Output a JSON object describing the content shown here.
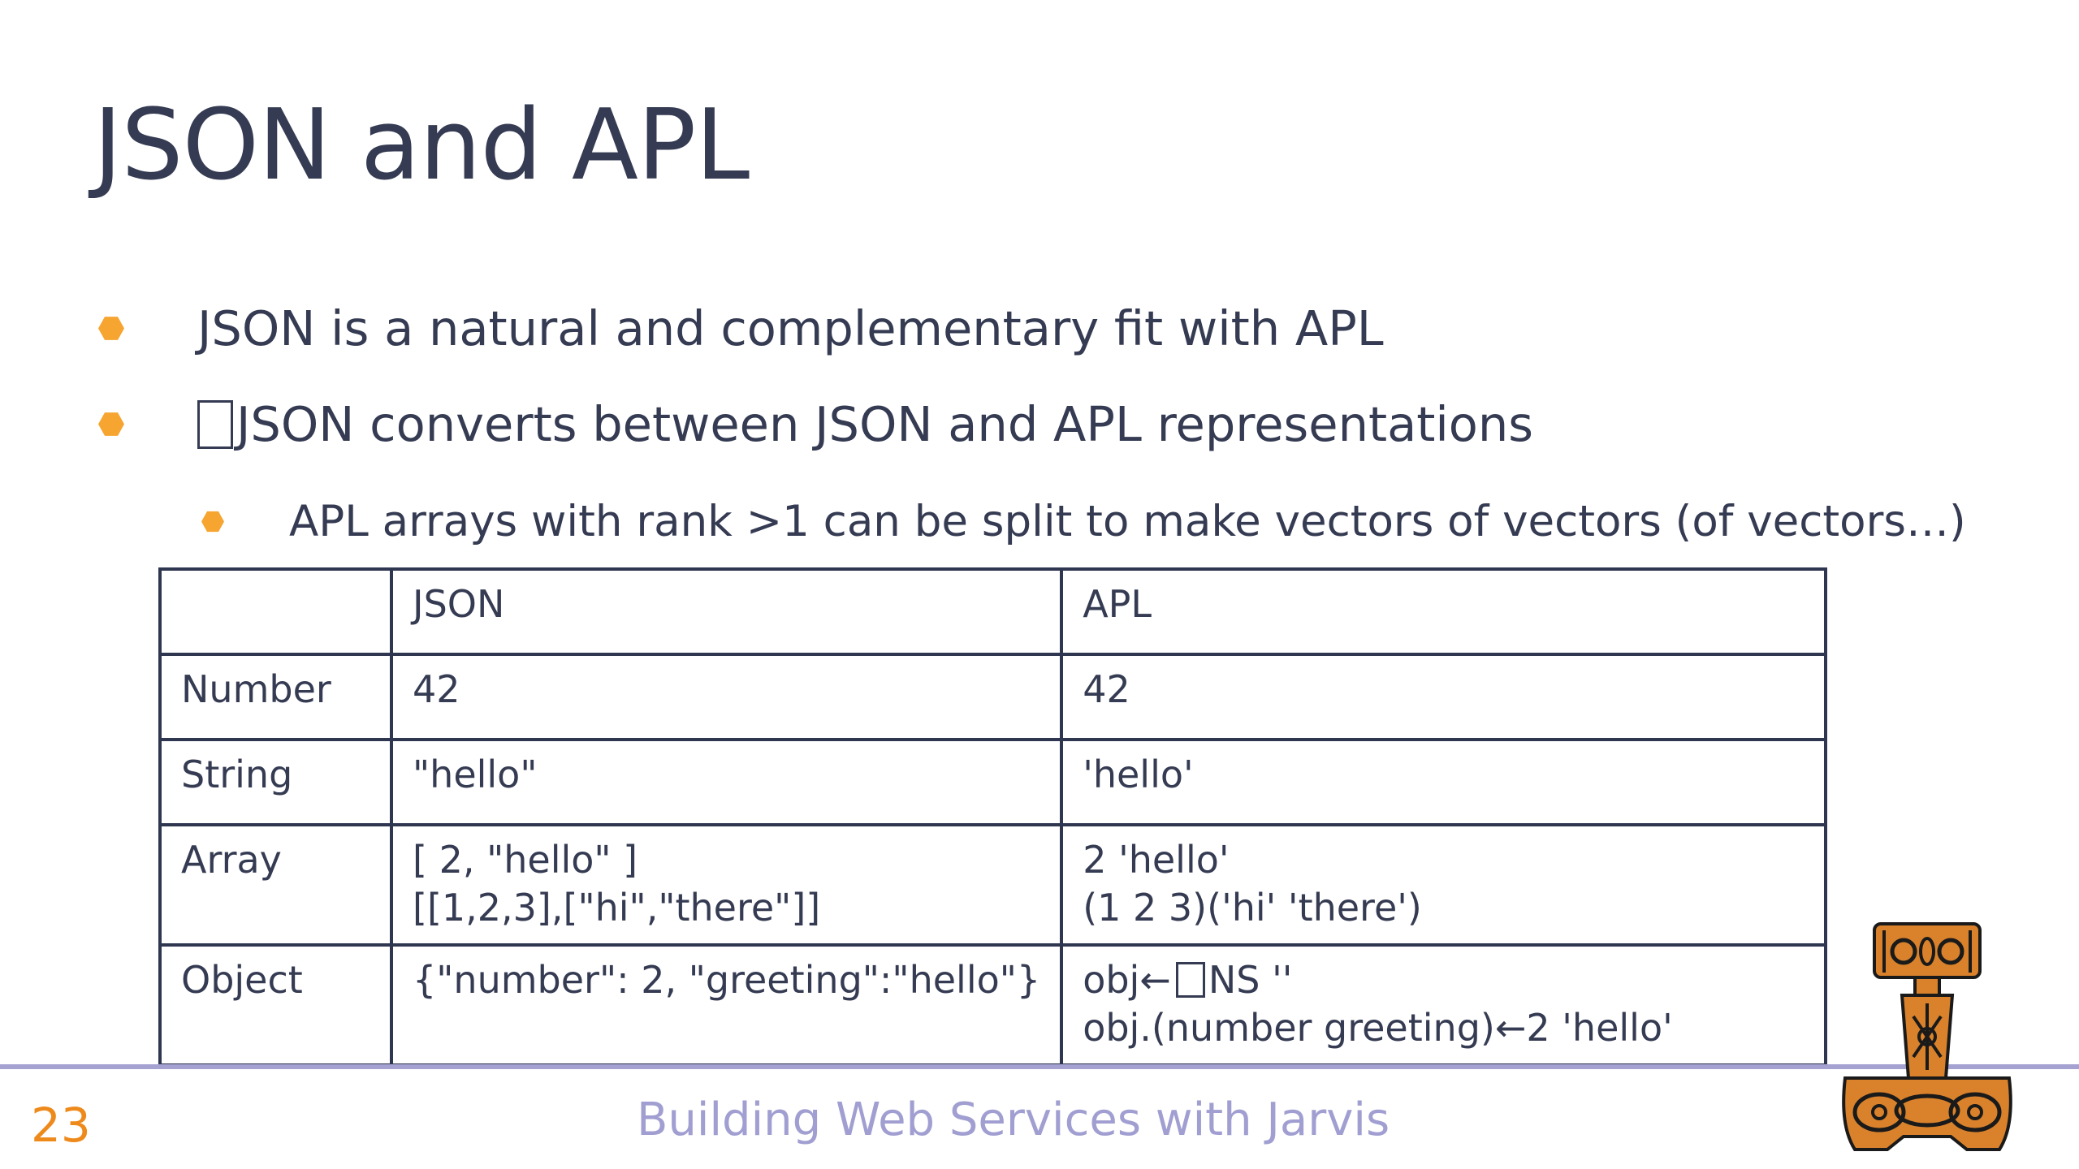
{
  "slide": {
    "title": "JSON and APL",
    "bullets": [
      {
        "text": "JSON is a natural and complementary fit with APL"
      },
      {
        "text": "JSON converts between JSON and APL representations"
      },
      {
        "text": "APL arrays with rank >1 can be split to make vectors of vectors (of vectors…)"
      }
    ]
  },
  "table": {
    "headers": [
      "",
      "JSON",
      "APL"
    ],
    "rows": [
      {
        "label": "Number",
        "json": [
          "42"
        ],
        "apl": [
          "42"
        ]
      },
      {
        "label": "String",
        "json": [
          "\"hello\""
        ],
        "apl": [
          "'hello'"
        ]
      },
      {
        "label": "Array",
        "json": [
          "[ 2, \"hello\" ]",
          "[[1,2,3],[\"hi\",\"there\"]]"
        ],
        "apl": [
          "2 'hello'",
          "(1 2 3)('hi' 'there')"
        ]
      },
      {
        "label": "Object",
        "json": [
          "{\"number\": 2, \"greeting\":\"hello\"}"
        ],
        "apl_line1_prefix": "obj←",
        "apl_line1_suffix": "NS ''",
        "apl_line2": "obj.(number greeting)←2 'hello'"
      }
    ]
  },
  "footer": {
    "page_number": "23",
    "text": "Building Web Services with Jarvis"
  },
  "logo": {
    "icon": "thors-hammer-logo"
  },
  "colors": {
    "title": "#353b52",
    "bullet": "#f7a531",
    "rule": "#a5a2d2",
    "footer_text": "#a19fd1",
    "page_number": "#ee8a1c",
    "logo_fill": "#d9822b"
  }
}
